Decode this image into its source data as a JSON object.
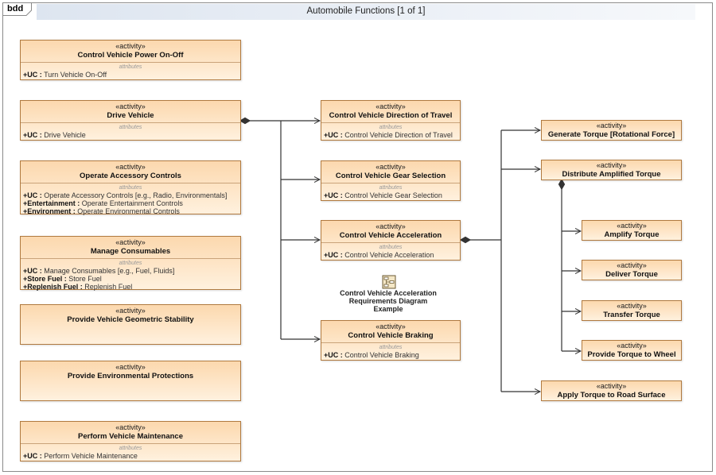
{
  "frame": {
    "kind": "bdd",
    "title": "Automobile Functions [1 of 1]"
  },
  "stereotype": "«activity»",
  "attributes_label": "attributes",
  "diagram_link": {
    "icon": "diagram-icon",
    "line1": "Control Vehicle Acceleration",
    "line2": "Requirements Diagram",
    "line3": "Example"
  },
  "blocks": {
    "power": {
      "name": "Control Vehicle Power On-Off",
      "attrs": [
        {
          "key": "+UC :",
          "value": " Turn Vehicle On-Off"
        }
      ]
    },
    "drive": {
      "name": "Drive Vehicle",
      "attrs": [
        {
          "key": "+UC :",
          "value": " Drive Vehicle"
        }
      ]
    },
    "accessory": {
      "name": "Operate Accessory Controls",
      "attrs": [
        {
          "key": "+UC :",
          "value": " Operate Accessory Controls [e.g., Radio, Environmentals]"
        },
        {
          "key": "+Entertainment :",
          "value": " Operate Entertainment Controls"
        },
        {
          "key": "+Environment :",
          "value": " Operate Environmental Controls"
        }
      ]
    },
    "consumables": {
      "name": "Manage Consumables",
      "attrs": [
        {
          "key": "+UC :",
          "value": " Manage Consumables [e.g., Fuel, Fluids]"
        },
        {
          "key": "+Store Fuel :",
          "value": " Store Fuel"
        },
        {
          "key": "+Replenish Fuel :",
          "value": " Replenish Fuel"
        }
      ]
    },
    "stability": {
      "name": "Provide Vehicle Geometric Stability"
    },
    "env_protect": {
      "name": "Provide Environmental Protections"
    },
    "maintenance": {
      "name": "Perform Vehicle Maintenance",
      "attrs": [
        {
          "key": "+UC :",
          "value": " Perform Vehicle Maintenance"
        }
      ]
    },
    "direction": {
      "name": "Control Vehicle Direction of Travel",
      "attrs": [
        {
          "key": "+UC :",
          "value": " Control Vehicle Direction of Travel"
        }
      ]
    },
    "gear": {
      "name": "Control Vehicle Gear Selection",
      "attrs": [
        {
          "key": "+UC :",
          "value": " Control Vehicle Gear Selection"
        }
      ]
    },
    "accel": {
      "name": "Control Vehicle Acceleration",
      "attrs": [
        {
          "key": "+UC :",
          "value": " Control Vehicle Acceleration"
        }
      ]
    },
    "braking": {
      "name": "Control Vehicle Braking",
      "attrs": [
        {
          "key": "+UC :",
          "value": " Control Vehicle Braking"
        }
      ]
    },
    "gen_torque": {
      "name": "Generate Torque [Rotational Force]"
    },
    "dist_torque": {
      "name": "Distribute Amplified Torque"
    },
    "amplify": {
      "name": "Amplify Torque"
    },
    "deliver": {
      "name": "Deliver Torque"
    },
    "transfer": {
      "name": "Transfer Torque"
    },
    "wheel": {
      "name": "Provide Torque to Wheel"
    },
    "road": {
      "name": "Apply Torque to Road Surface"
    }
  },
  "colors": {
    "block_top": "#fcd8ae",
    "block_bottom": "#fff1de",
    "block_border": "#b07a40",
    "line": "#333333"
  }
}
